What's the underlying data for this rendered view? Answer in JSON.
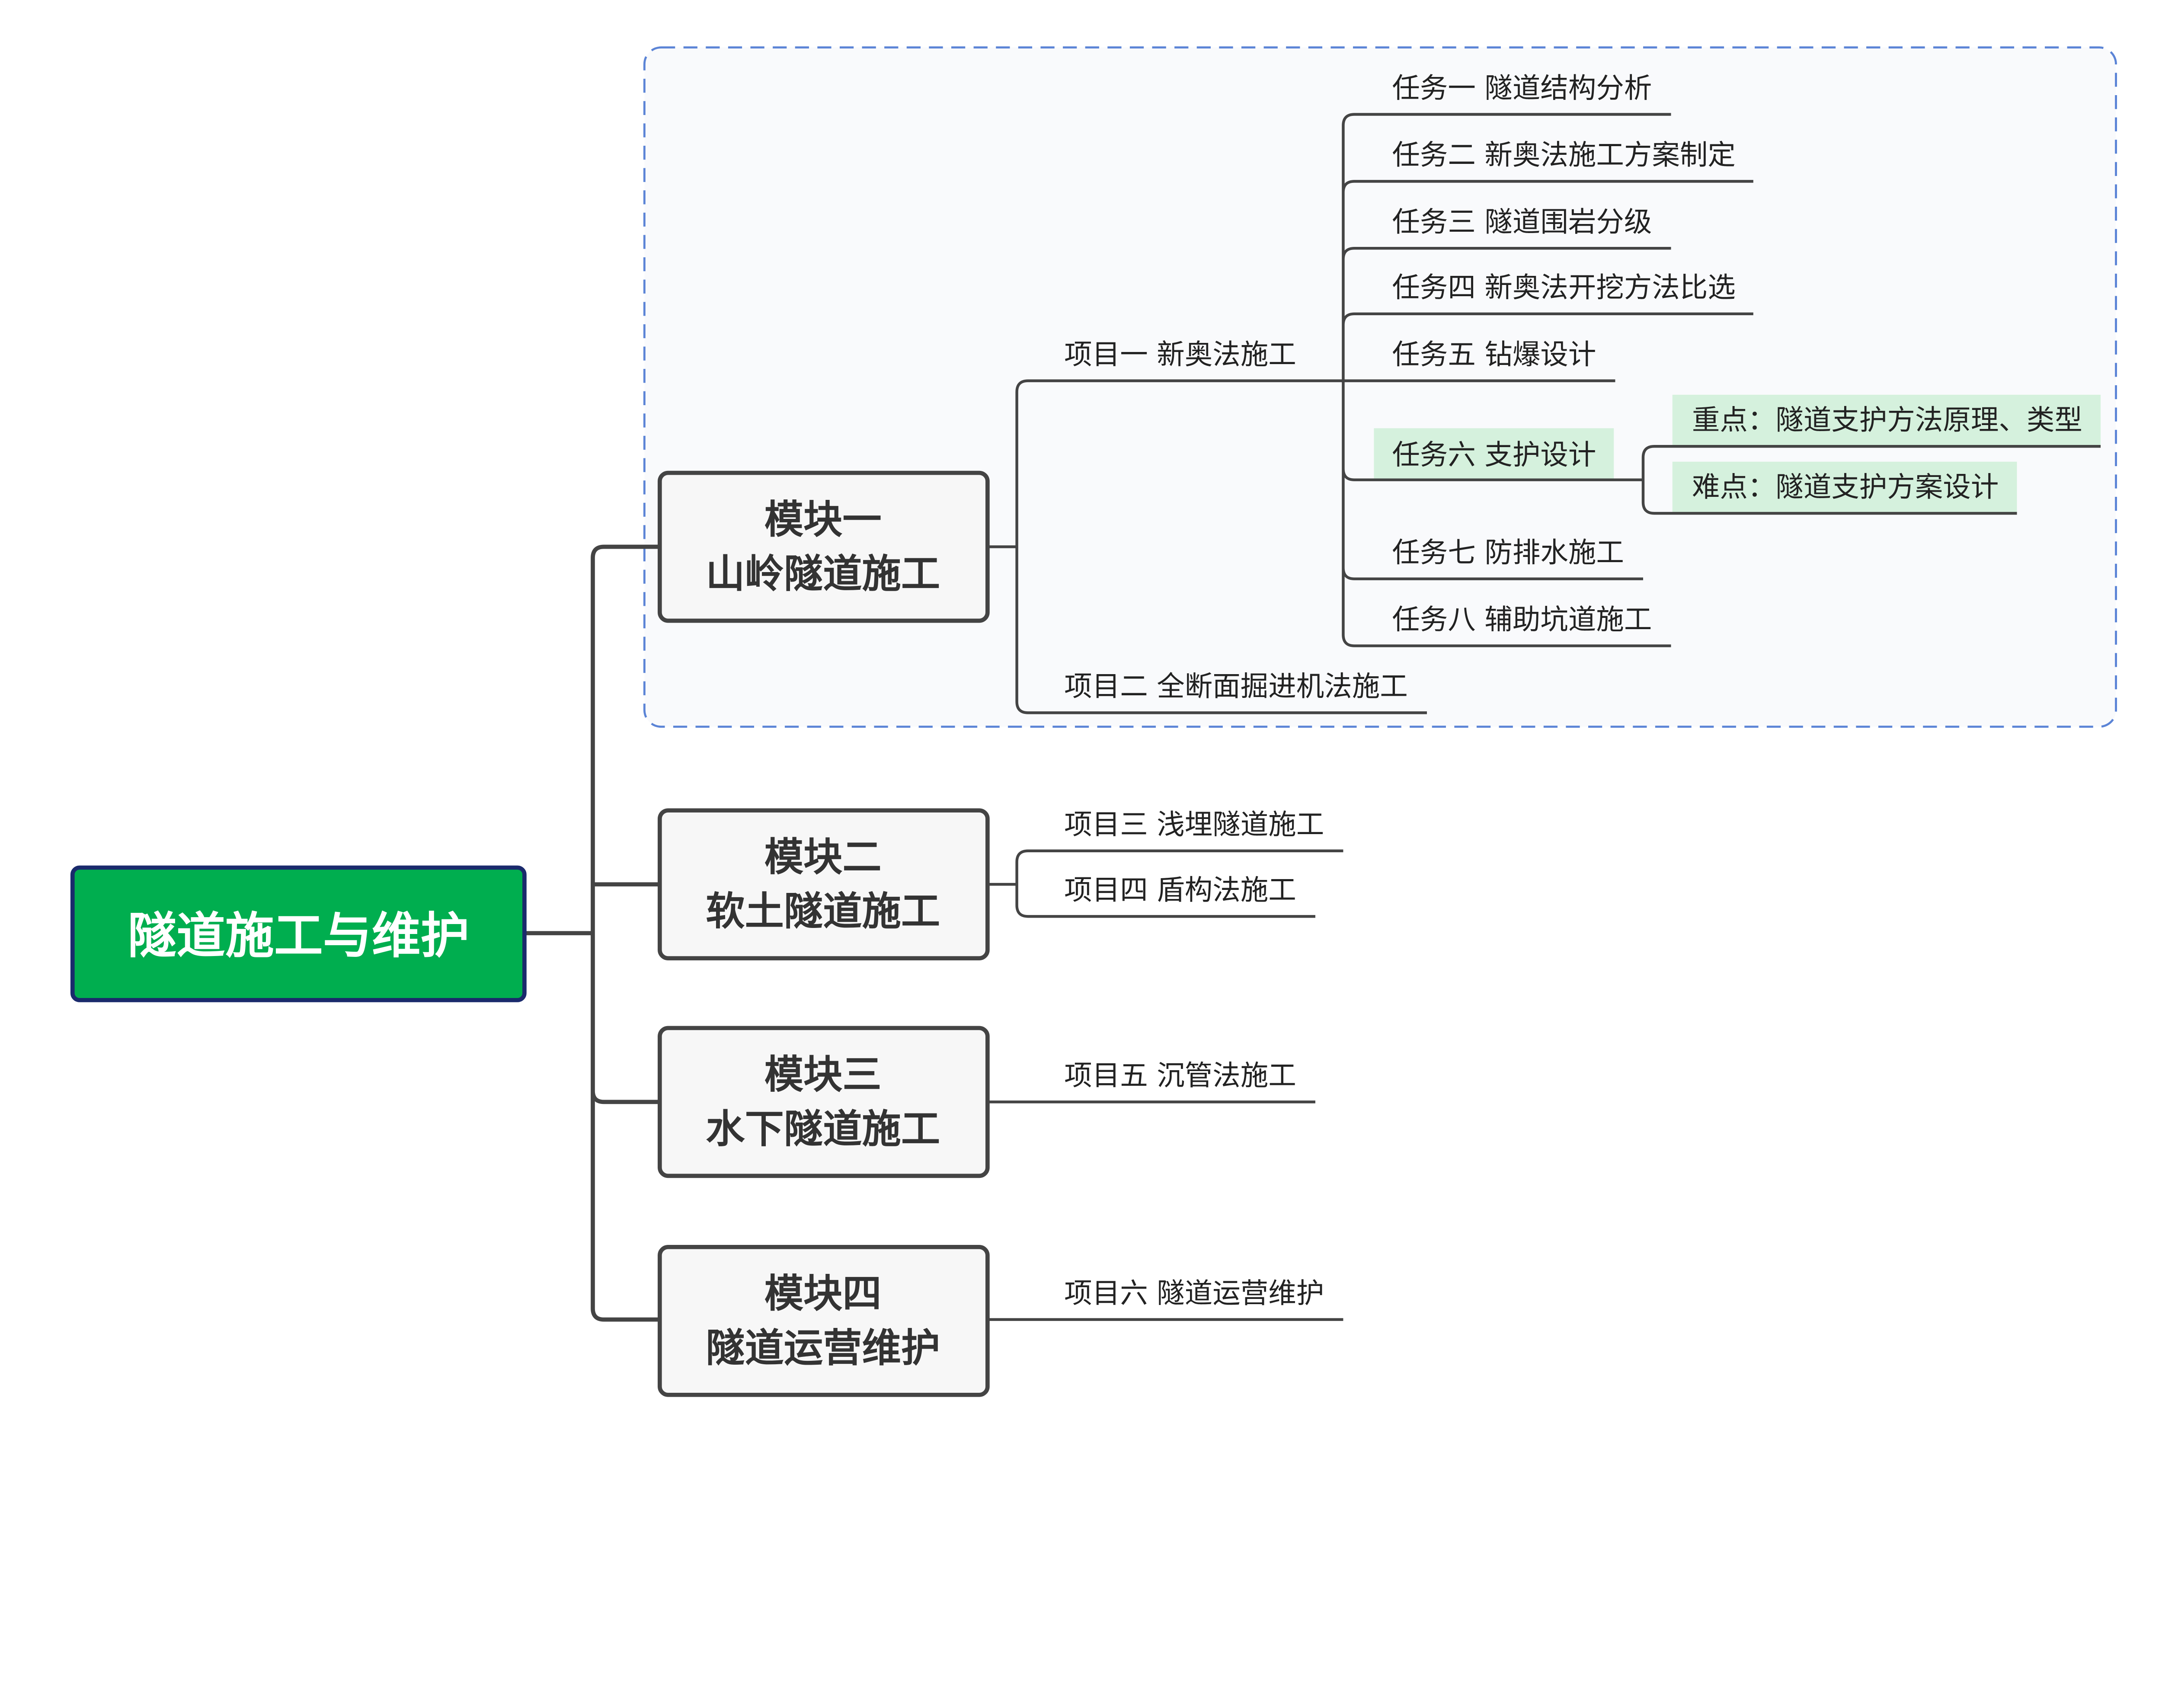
{
  "colors": {
    "root_fill": "#00AE4F",
    "root_border": "#1a2a6c",
    "module_fill": "#f7f7f7",
    "highlight": "#d5f1dd",
    "boundary": "#5b84d6",
    "line": "#444444"
  },
  "root": {
    "label": "隧道施工与维护"
  },
  "modules": [
    {
      "line1": "模块一",
      "line2": "山岭隧道施工"
    },
    {
      "line1": "模块二",
      "line2": "软土隧道施工"
    },
    {
      "line1": "模块三",
      "line2": "水下隧道施工"
    },
    {
      "line1": "模块四",
      "line2": "隧道运营维护"
    }
  ],
  "projects": [
    "项目一 新奥法施工",
    "项目二 全断面掘进机法施工",
    "项目三 浅埋隧道施工",
    "项目四 盾构法施工",
    "项目五 沉管法施工",
    "项目六 隧道运营维护"
  ],
  "tasks": [
    "任务一 隧道结构分析",
    "任务二 新奥法施工方案制定",
    "任务三 隧道围岩分级",
    "任务四 新奥法开挖方法比选",
    "任务五 钻爆设计",
    "任务六 支护设计",
    "任务七 防排水施工",
    "任务八 辅助坑道施工"
  ],
  "task6_notes": [
    "重点：隧道支护方法原理、类型",
    "难点：隧道支护方案设计"
  ]
}
